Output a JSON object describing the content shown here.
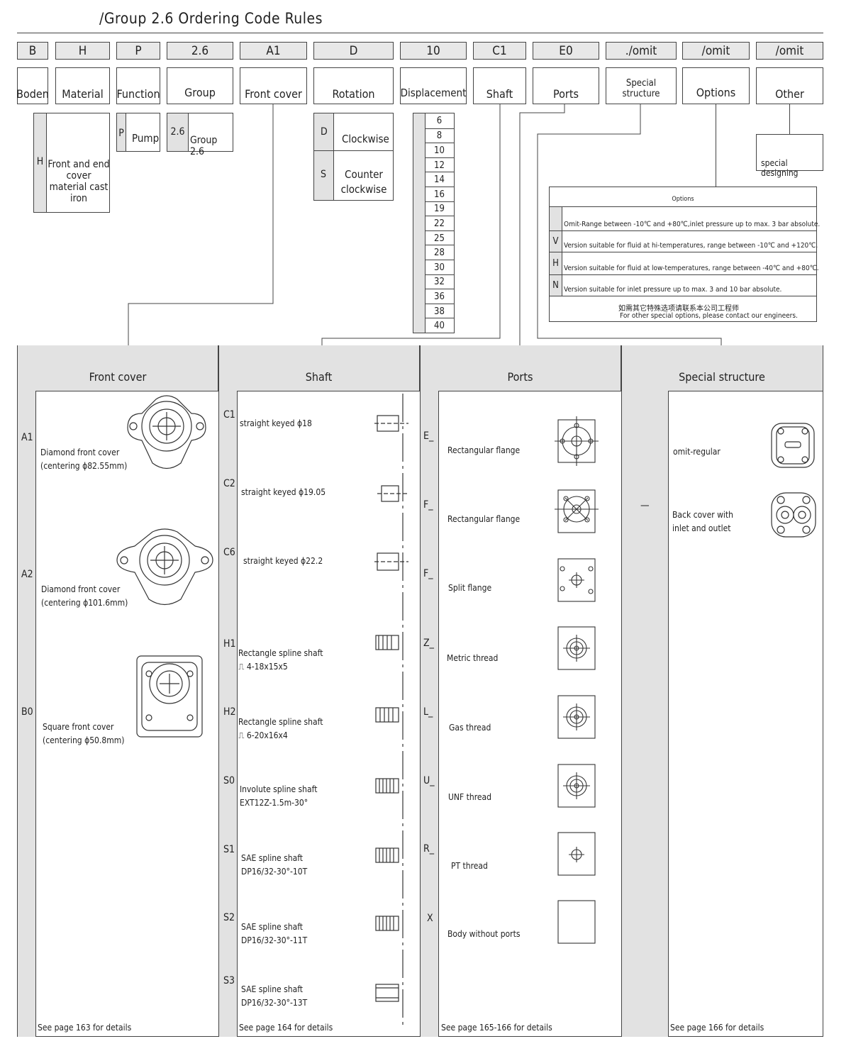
{
  "title": "/Group 2.6 Ordering Code Rules",
  "codes": [
    "B",
    "H",
    "P",
    "2.6",
    "A1",
    "D",
    "10",
    "C1",
    "E0",
    "./omit",
    "/omit",
    "/omit"
  ],
  "names": [
    "Boden",
    "Material",
    "Function",
    "Group",
    "Front cover",
    "Rotation",
    "Displacement",
    "Shaft",
    "Ports",
    "Special structure",
    "Options",
    "Other"
  ],
  "material": {
    "key": "H",
    "label": "Front and end cover material cast iron"
  },
  "function": {
    "key": "P",
    "label": "Pump"
  },
  "group": {
    "key": "2.6",
    "label": "Group 2.6"
  },
  "rotation": [
    {
      "key": "D",
      "label": "Clockwise"
    },
    {
      "key": "S",
      "label": "Counter clockwise"
    }
  ],
  "displacements": [
    "6",
    "8",
    "10",
    "12",
    "14",
    "16",
    "19",
    "22",
    "25",
    "28",
    "30",
    "32",
    "36",
    "38",
    "40"
  ],
  "other": {
    "label": "special designing"
  },
  "options": {
    "heading": "Options",
    "rows": [
      {
        "key": "",
        "text": "Omit-Range between -10℃ and +80℃,inlet pressure up to max. 3 bar absolute."
      },
      {
        "key": "V",
        "text": "Version suitable for fluid at hi-temperatures, range between -10℃ and +120℃."
      },
      {
        "key": "H",
        "text": "Version suitable for fluid at low-temperatures, range between -40℃ and +80℃."
      },
      {
        "key": "N",
        "text": "Version suitable for inlet pressure up to max. 3 and 10 bar absolute."
      }
    ],
    "note_cn": "如需其它特殊选项请联系本公司工程师",
    "note_en": "For other special options, please contact our engineers."
  },
  "front_cover": {
    "heading": "Front cover",
    "rows": [
      {
        "key": "A1",
        "line1": "Diamond front cover",
        "line2": "(centering ϕ82.55mm)"
      },
      {
        "key": "A2",
        "line1": "Diamond front cover",
        "line2": "(centering ϕ101.6mm)"
      },
      {
        "key": "B0",
        "line1": "Square front cover",
        "line2": "(centering ϕ50.8mm)"
      }
    ],
    "footer": "See page 163 for details"
  },
  "shaft": {
    "heading": "Shaft",
    "rows": [
      {
        "key": "C1",
        "line1": "straight keyed ϕ18",
        "line2": ""
      },
      {
        "key": "C2",
        "line1": "straight keyed ϕ19.05",
        "line2": ""
      },
      {
        "key": "C6",
        "line1": "straight keyed ϕ22.2",
        "line2": ""
      },
      {
        "key": "H1",
        "line1": "Rectangle spline shaft",
        "line2": "⎍ 4-18x15x5"
      },
      {
        "key": "H2",
        "line1": "Rectangle spline shaft",
        "line2": "⎍ 6-20x16x4"
      },
      {
        "key": "S0",
        "line1": "Involute spline shaft",
        "line2": "EXT12Z-1.5m-30°"
      },
      {
        "key": "S1",
        "line1": "SAE spline shaft",
        "line2": "DP16/32-30°-10T"
      },
      {
        "key": "S2",
        "line1": "SAE spline shaft",
        "line2": "DP16/32-30°-11T"
      },
      {
        "key": "S3",
        "line1": "SAE spline shaft",
        "line2": "DP16/32-30°-13T"
      }
    ],
    "footer": "See page 164 for details"
  },
  "ports": {
    "heading": "Ports",
    "rows": [
      {
        "key": "E_",
        "label": "Rectangular flange"
      },
      {
        "key": "F_",
        "label": "Rectangular flange"
      },
      {
        "key": "F_",
        "label": "Split flange"
      },
      {
        "key": "Z_",
        "label": "Metric thread"
      },
      {
        "key": "L_",
        "label": "Gas thread"
      },
      {
        "key": "U_",
        "label": "UNF thread"
      },
      {
        "key": "R_",
        "label": "PT thread"
      },
      {
        "key": "X",
        "label": "Body without ports"
      }
    ],
    "footer": "See page 165-166 for details"
  },
  "special": {
    "heading": "Special structure",
    "rows": [
      {
        "key": "",
        "line1": "omit-regular",
        "line2": ""
      },
      {
        "key": "—",
        "line1": "Back cover with",
        "line2": "inlet and outlet"
      }
    ],
    "footer": "See page 166 for details"
  }
}
